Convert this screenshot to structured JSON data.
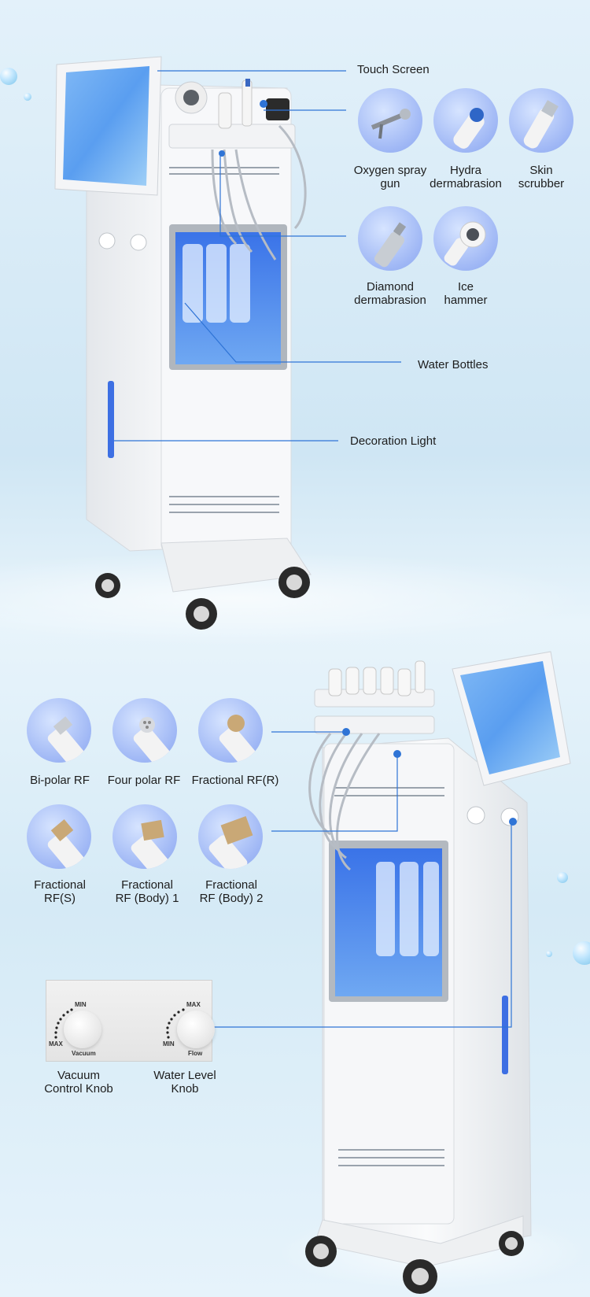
{
  "section_top": {
    "callouts": {
      "touch_screen": "Touch Screen",
      "water_bottles": "Water Bottles",
      "decoration_light": "Decoration Light"
    },
    "handpieces": [
      {
        "line1": "Oxygen spray",
        "line2": "gun"
      },
      {
        "line1": "Hydra",
        "line2": "dermabrasion"
      },
      {
        "line1": "Skin",
        "line2": "scrubber"
      },
      {
        "line1": "Diamond",
        "line2": "dermabrasion"
      },
      {
        "line1": "Ice",
        "line2": "hammer"
      }
    ]
  },
  "section_bottom": {
    "rf_heads": [
      {
        "line1": "Bi-polar RF",
        "line2": ""
      },
      {
        "line1": "Four polar RF",
        "line2": ""
      },
      {
        "line1": "Fractional  RF(R)",
        "line2": ""
      },
      {
        "line1": "Fractional",
        "line2": "RF(S)"
      },
      {
        "line1": "Fractional",
        "line2": "RF  (Body) 1"
      },
      {
        "line1": "Fractional",
        "line2": "RF  (Body) 2"
      }
    ],
    "knobs": {
      "vacuum_label_line1": "Vacuum",
      "vacuum_label_line2": "Control Knob",
      "water_label_line1": "Water Level",
      "water_label_line2": "Knob",
      "vacuum_dial": {
        "min": "MIN",
        "max": "MAX",
        "name": "Vacuum"
      },
      "flow_dial": {
        "min": "MIN",
        "max": "MAX",
        "name": "Flow"
      }
    }
  },
  "colors": {
    "accent": "#2f74d6",
    "screen_blue": "#3c8de0",
    "panel_blue": "#3a7bea"
  }
}
